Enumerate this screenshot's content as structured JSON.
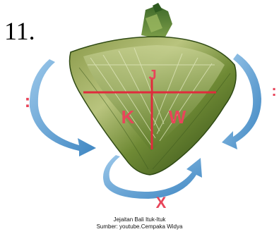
{
  "figure_number": "11.",
  "labels": {
    "j": "J",
    "k": "K",
    "w": "W",
    "x": "X",
    "left": ":",
    "right": ":"
  },
  "caption": {
    "line1": "Jejaitan Bali Ituk-Ituk",
    "line2": "Sumber: youtube.Cempaka Widya"
  },
  "colors": {
    "measure_lines": "#e02b3c",
    "labels": "#e8455a",
    "arrows": "#4a90c8",
    "leaf_dark": "#3d5a1e",
    "leaf_light": "#a8b86a"
  }
}
